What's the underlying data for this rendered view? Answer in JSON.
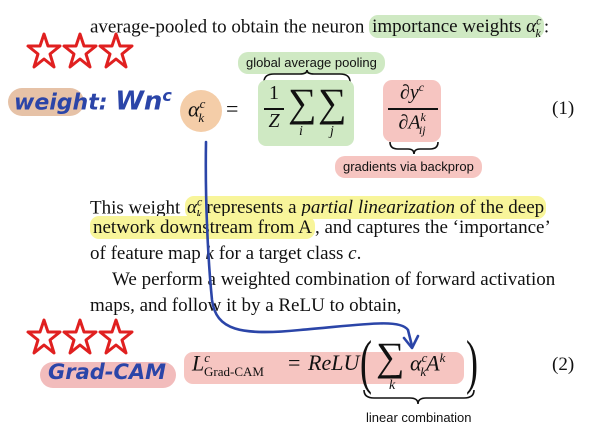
{
  "line1": {
    "prefix": "average-pooled to obtain the neuron ",
    "highlight": "importance weights",
    "symbol": "α",
    "sup": "c",
    "sub": "k",
    "suffix": ":"
  },
  "annotation1": {
    "handwriting_a": "weight:",
    "handwriting_b": "Wn",
    "handwriting_sup": "c",
    "stars_icon": "red-stars-icon"
  },
  "equation1": {
    "lhs_symbol": "α",
    "lhs_sup": "c",
    "lhs_sub": "k",
    "equals": "=",
    "frac_num": "1",
    "frac_den": "Z",
    "sum_i": "i",
    "sum_j": "j",
    "partial_num": "∂y",
    "partial_num_sup": "c",
    "partial_den": "∂A",
    "partial_den_sup": "k",
    "partial_den_sub": "ij",
    "label_top": "global average pooling",
    "label_bottom": "gradients via backprop",
    "number": "(1)"
  },
  "paragraph": {
    "l1_a": "This weight ",
    "l1_sym": "α",
    "l1_sup": "c",
    "l1_sub": "k",
    "l1_b": " represents a ",
    "l1_it": "partial linearization",
    "l1_c": " of the deep",
    "l2_hl": "network downstream from A",
    "l2_b": ", and captures the ‘importance’",
    "l3_a": "of feature map ",
    "l3_k": "k",
    "l3_b": " for a target class ",
    "l3_c": "c",
    "l3_end": ".",
    "l4": "We perform a weighted combination of forward activation",
    "l5": "maps, and follow it by a ReLU to obtain,"
  },
  "annotation2": {
    "handwriting": "Grad-CAM",
    "stars_icon": "red-stars-icon"
  },
  "equation2": {
    "lhs_L": "L",
    "lhs_sup": "c",
    "lhs_sub": "Grad-CAM",
    "equals": "=",
    "relu": "ReLU",
    "sum_sub": "k",
    "alpha": "α",
    "alpha_sup": "c",
    "alpha_sub": "k",
    "A": "A",
    "A_sup": "k",
    "label_bottom": "linear combination",
    "number": "(2)"
  },
  "colors": {
    "green_highlight": "#cfe9c3",
    "yellow_highlight": "#f8f59a",
    "orange_highlight": "#f4cda8",
    "pink_highlight": "#f6c5c1",
    "ink_blue": "#2b45a8",
    "ink_red": "#e02020"
  }
}
